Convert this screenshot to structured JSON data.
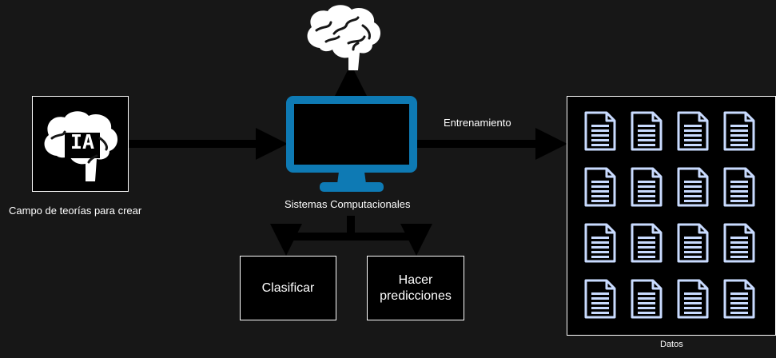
{
  "diagram": {
    "ia_badge": "IA",
    "ia_caption": "Campo de teorías para crear",
    "computer_caption": "Sistemas Computacionales",
    "edge_label": "Entrenamiento",
    "box_classify": "Clasificar",
    "box_predict": "Hacer\npredicciones",
    "data_caption": "Datos",
    "data_document_count": 16,
    "colors": {
      "background": "#171717",
      "monitor": "#0e7ab4",
      "document": "#c9dbff",
      "arrow": "#000000",
      "border": "#ffffff"
    }
  }
}
